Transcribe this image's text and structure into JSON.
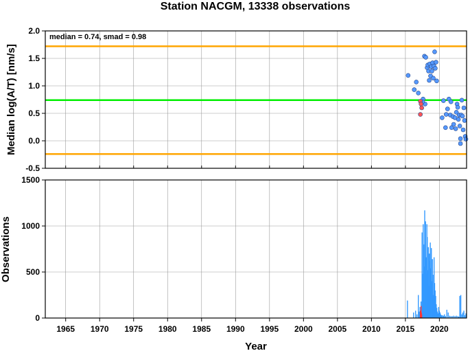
{
  "chart_data": [
    {
      "type": "scatter",
      "title": "Station NACGM, 13338 observations",
      "xlabel": "",
      "ylabel": "Median log(A/T) [nm/s]",
      "xlim": [
        1962,
        2024
      ],
      "ylim": [
        -0.5,
        2.0
      ],
      "yticks": [
        "-0.5",
        "0.0",
        "0.5",
        "1.0",
        "1.5",
        "2.0"
      ],
      "grid": true,
      "annotation": "median = 0.74, smad = 0.98",
      "reference_lines": [
        {
          "y": 1.72,
          "color": "#ffa500"
        },
        {
          "y": 0.74,
          "color": "#00ee00"
        },
        {
          "y": -0.24,
          "color": "#ffa500"
        }
      ],
      "series": [
        {
          "color": "#5599ff",
          "points": [
            [
              2015.4,
              1.19
            ],
            [
              2016.3,
              0.93
            ],
            [
              2016.6,
              1.07
            ],
            [
              2016.9,
              0.87
            ],
            [
              2017.6,
              0.76
            ],
            [
              2017.8,
              1.54
            ],
            [
              2018.0,
              1.52
            ],
            [
              2018.2,
              1.33
            ],
            [
              2018.3,
              1.38
            ],
            [
              2018.4,
              1.27
            ],
            [
              2018.5,
              1.1
            ],
            [
              2018.6,
              1.4
            ],
            [
              2018.7,
              1.18
            ],
            [
              2018.8,
              1.35
            ],
            [
              2018.9,
              1.27
            ],
            [
              2019.0,
              1.42
            ],
            [
              2019.1,
              1.14
            ],
            [
              2019.2,
              1.36
            ],
            [
              2019.3,
              1.62
            ],
            [
              2019.4,
              1.32
            ],
            [
              2019.5,
              1.43
            ],
            [
              2019.6,
              1.09
            ],
            [
              2017.9,
              0.67
            ],
            [
              2017.5,
              0.71
            ],
            [
              2020.4,
              0.42
            ],
            [
              2020.6,
              0.73
            ],
            [
              2020.9,
              0.24
            ],
            [
              2021.0,
              0.48
            ],
            [
              2021.2,
              0.58
            ],
            [
              2021.4,
              0.76
            ],
            [
              2021.6,
              0.47
            ],
            [
              2021.7,
              0.71
            ],
            [
              2021.8,
              0.24
            ],
            [
              2022.0,
              0.44
            ],
            [
              2022.1,
              0.3
            ],
            [
              2022.3,
              0.42
            ],
            [
              2022.4,
              0.22
            ],
            [
              2022.5,
              0.52
            ],
            [
              2022.6,
              0.67
            ],
            [
              2022.7,
              0.61
            ],
            [
              2022.9,
              0.47
            ],
            [
              2023.0,
              0.27
            ],
            [
              2023.1,
              0.04
            ],
            [
              2023.2,
              0.47
            ],
            [
              2023.3,
              0.74
            ],
            [
              2023.4,
              0.45
            ],
            [
              2023.5,
              0.2
            ],
            [
              2023.6,
              0.6
            ],
            [
              2023.7,
              0.37
            ],
            [
              2023.8,
              0.08
            ],
            [
              2023.9,
              0.03
            ],
            [
              2023.1,
              -0.05
            ],
            [
              2022.8,
              0.39
            ]
          ]
        },
        {
          "color": "#ff5555",
          "points": [
            [
              2017.2,
              0.72
            ],
            [
              2017.3,
              0.67
            ],
            [
              2017.4,
              0.6
            ],
            [
              2017.2,
              0.48
            ]
          ]
        }
      ]
    },
    {
      "type": "bar",
      "title": "",
      "xlabel": "Year",
      "ylabel": "Observations",
      "xlim": [
        1962,
        2024
      ],
      "ylim": [
        0,
        1500
      ],
      "xticks": [
        "1965",
        "1970",
        "1975",
        "1980",
        "1985",
        "1990",
        "1995",
        "2000",
        "2005",
        "2010",
        "2015",
        "2020"
      ],
      "yticks": [
        "0",
        "500",
        "1000",
        "1500"
      ],
      "grid": true,
      "series": [
        {
          "color": "#3399ff",
          "x": [
            2015.3,
            2016.2,
            2016.5,
            2016.7,
            2016.9,
            2017.05,
            2017.15,
            2017.3,
            2017.45,
            2017.55,
            2017.62,
            2017.7,
            2017.78,
            2017.84,
            2017.9,
            2017.96,
            2018.02,
            2018.1,
            2018.16,
            2018.22,
            2018.3,
            2018.38,
            2018.46,
            2018.52,
            2018.58,
            2018.66,
            2018.74,
            2018.82,
            2018.9,
            2018.98,
            2019.06,
            2019.14,
            2019.22,
            2019.3,
            2019.38,
            2019.46,
            2019.54,
            2019.62,
            2019.7,
            2019.8,
            2019.9,
            2020.0,
            2020.1,
            2020.2,
            2020.3,
            2020.45,
            2020.6,
            2020.75,
            2020.9,
            2021.1,
            2021.3,
            2021.5,
            2021.7,
            2021.9,
            2022.1,
            2022.3,
            2022.5,
            2022.7,
            2022.85,
            2023.0,
            2023.15,
            2023.3,
            2023.45,
            2023.6,
            2023.75,
            2023.9
          ],
          "values": [
            190,
            60,
            80,
            40,
            250,
            70,
            120,
            180,
            930,
            480,
            1020,
            800,
            560,
            1170,
            900,
            1050,
            660,
            480,
            1020,
            880,
            520,
            770,
            350,
            700,
            620,
            820,
            540,
            760,
            400,
            640,
            470,
            250,
            660,
            380,
            300,
            240,
            150,
            110,
            70,
            50,
            120,
            80,
            60,
            40,
            30,
            30,
            25,
            40,
            20,
            90,
            60,
            25,
            20,
            20,
            25,
            20,
            25,
            20,
            15,
            240,
            250,
            40,
            60,
            80,
            30,
            50
          ]
        },
        {
          "color": "#ff3333",
          "x": [
            2017.2,
            2017.3,
            2017.35,
            2017.4
          ],
          "values": [
            80,
            130,
            60,
            40
          ]
        }
      ]
    }
  ]
}
